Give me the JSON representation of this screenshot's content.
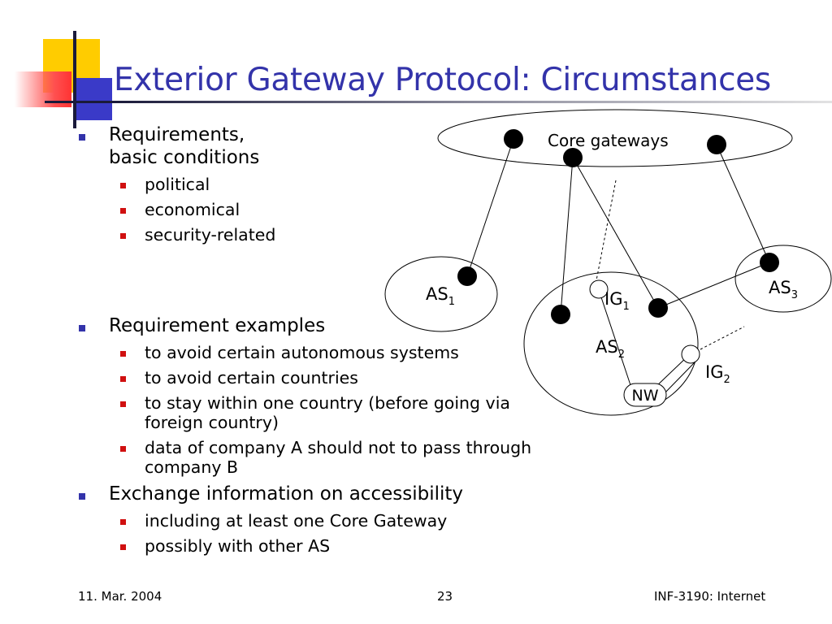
{
  "slide": {
    "title": "Exterior Gateway Protocol: Circumstances",
    "bullets": [
      {
        "text_line1": "Requirements,",
        "text_line2": "basic conditions",
        "sub": [
          "political",
          "economical",
          "security-related"
        ]
      },
      {
        "text": "Requirement examples",
        "sub": [
          "to avoid certain autonomous systems",
          "to avoid certain countries",
          "to stay within one country (before going via",
          "foreign country)",
          "data of company A should not to pass through",
          "company B"
        ]
      },
      {
        "text": "Exchange information on accessibility",
        "sub": [
          "including at least one Core Gateway",
          "possibly with other AS"
        ]
      }
    ],
    "diagram": {
      "core_label": "Core gateways",
      "as1": {
        "base": "AS",
        "sub": "1"
      },
      "as2": {
        "base": "AS",
        "sub": "2"
      },
      "as3": {
        "base": "AS",
        "sub": "3"
      },
      "ig1": {
        "base": "IG",
        "sub": "1"
      },
      "ig2": {
        "base": "IG",
        "sub": "2"
      },
      "nw": "NW"
    },
    "footer": {
      "date": "11. Mar. 2004",
      "page": "23",
      "course": "INF-3190: Internet"
    },
    "colors": {
      "title": "#3333aa",
      "bullet_l1": "#3333aa",
      "bullet_l2": "#d01010",
      "logo_yellow": "#ffcc00",
      "logo_red": "#ff3333",
      "logo_blue": "#3a3ac8"
    }
  }
}
